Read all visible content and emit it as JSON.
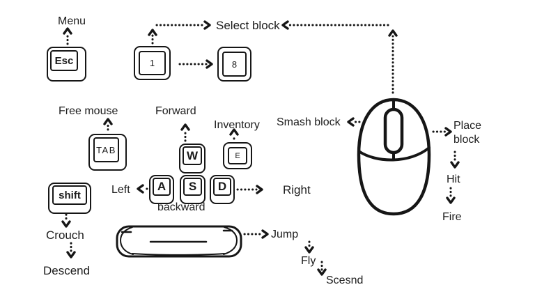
{
  "colors": {
    "ink": "#161616",
    "background": "#ffffff"
  },
  "labels": {
    "menu": "Menu",
    "select_block": "Select block",
    "free_mouse": "Free mouse",
    "forward": "Forward",
    "inventory": "Inventory",
    "left": "Left",
    "right": "Right",
    "backward": "backward",
    "crouch": "Crouch",
    "descend": "Descend",
    "jump": "Jump",
    "fly": "Fly",
    "scesnd": "Scesnd",
    "smash_block": "Smash block",
    "place_block": "Place block",
    "hit": "Hit",
    "fire": "Fire"
  },
  "keys": {
    "esc": "Esc",
    "one": "1",
    "eight": "8",
    "tab": "TAB",
    "w": "W",
    "e": "E",
    "a": "A",
    "s": "S",
    "d": "D",
    "shift": "shift"
  }
}
